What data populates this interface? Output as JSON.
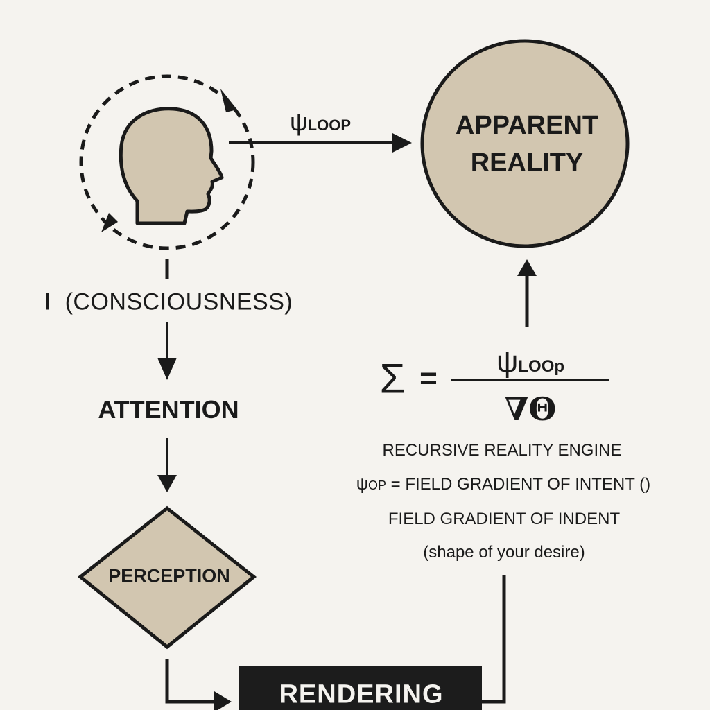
{
  "diagram": {
    "title_nodes": {
      "consciousness": "I  (CONSCIOUSNESS)",
      "attention": "ATTENTION",
      "perception": "PERCEPTION",
      "rendering": "RENDERING",
      "apparent_reality_line1": "APPARENT",
      "apparent_reality_line2": "REALITY"
    },
    "loop_arrow_label": {
      "symbol": "ψ",
      "subscript": "LOOP"
    },
    "equation": {
      "lhs": "Σ",
      "equals": "=",
      "numerator_symbol": "ψ",
      "numerator_subscript": "LOOp",
      "denominator": "∇Θ"
    },
    "notes": {
      "engine": "RECURSIVE REALITY ENGINE",
      "intent_symbol": "ψ",
      "intent_subscript": "OP",
      "intent_text": " = FIELD GRADIENT OF INTENT ()",
      "indent": "FIELD GRADIENT OF INDENT",
      "desire": "(shape of your desire)"
    },
    "icons": {
      "head": "head-silhouette-icon",
      "loop": "dashed-circular-loop-icon"
    },
    "colors": {
      "background": "#f5f3ef",
      "fill": "#d2c6b0",
      "ink": "#1a1a1a",
      "rendering_box": "#1c1c1c"
    }
  }
}
